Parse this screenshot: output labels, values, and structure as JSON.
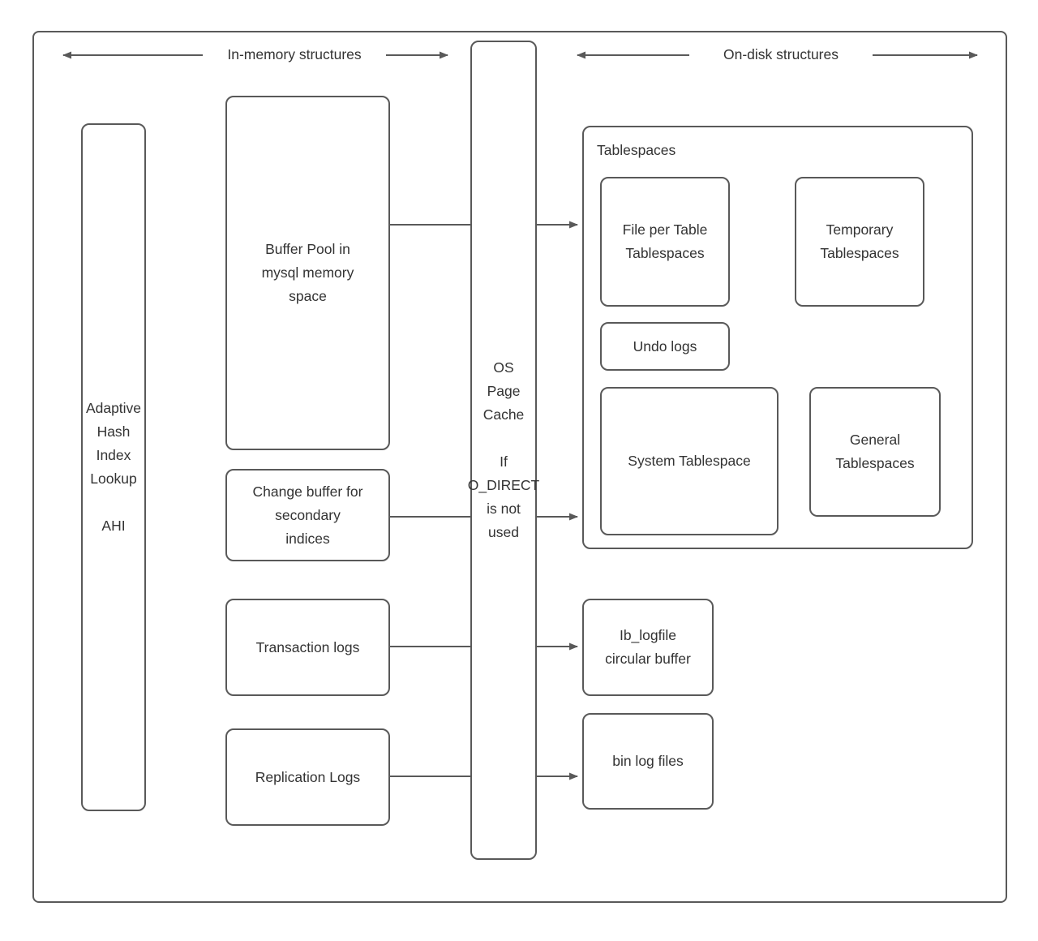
{
  "diagram": {
    "title_left": "In-memory structures",
    "title_right": "On-disk structures",
    "stroke_color": "#595959",
    "text_color": "#333333",
    "background": "#ffffff",
    "in_memory": {
      "adaptive_hash_index": "Adaptive\nHash\nIndex\nLookup\n\nAHI",
      "buffer_pool": "Buffer Pool in\nmysql memory\nspace",
      "change_buffer": "Change buffer for\nsecondary\nindices",
      "transaction_logs": "Transaction logs",
      "replication_logs": "Replication Logs"
    },
    "middle": {
      "os_page_cache": "OS\nPage\nCache\n\nIf\nO_DIRECT\nis not\nused"
    },
    "on_disk": {
      "tablespaces_group_label": "Tablespaces",
      "file_per_table": "File per Table\nTablespaces",
      "temporary": "Temporary\nTablespaces",
      "undo_logs": "Undo logs",
      "system_tablespace": "System Tablespace",
      "general_tablespaces": "General\nTablespaces",
      "ib_logfile": "Ib_logfile\ncircular buffer",
      "bin_log_files": "bin log files"
    },
    "connections": [
      {
        "from": "buffer_pool",
        "to": "file_per_table"
      },
      {
        "from": "change_buffer",
        "to": "system_tablespace"
      },
      {
        "from": "transaction_logs",
        "to": "ib_logfile"
      },
      {
        "from": "replication_logs",
        "to": "bin_log_files"
      }
    ]
  }
}
